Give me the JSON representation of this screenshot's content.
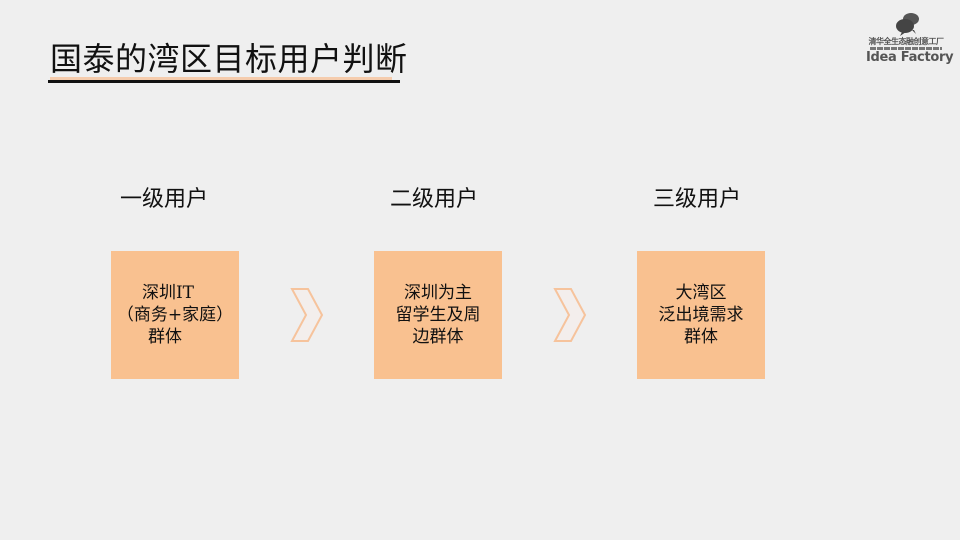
{
  "slide": {
    "title": "国泰的湾区目标用户判断",
    "background": "#efefef",
    "accent": "#f9c190"
  },
  "logo": {
    "cn_text": "清华全生态融创意工厂",
    "en_text": "Idea Factory",
    "icon": "speech-bubbles-icon"
  },
  "levels": [
    {
      "label": "一级用户",
      "box_lines": [
        "深圳IT",
        "（商务+家庭）",
        "群体"
      ]
    },
    {
      "label": "二级用户",
      "box_lines": [
        "深圳为主",
        "留学生及周",
        "边群体"
      ]
    },
    {
      "label": "三级用户",
      "box_lines": [
        "大湾区",
        "泛出境需求",
        "群体"
      ]
    }
  ],
  "connectors": [
    {
      "icon": "chevron-right-icon"
    },
    {
      "icon": "chevron-right-icon"
    }
  ]
}
